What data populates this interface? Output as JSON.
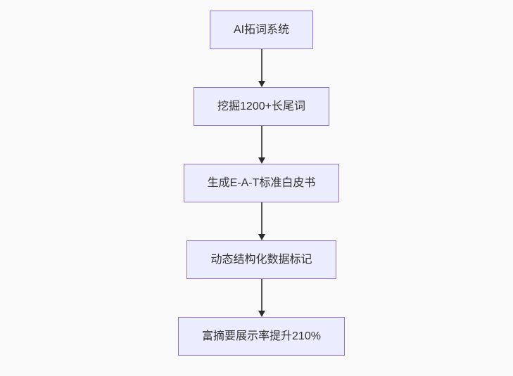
{
  "diagram": {
    "type": "flowchart-vertical",
    "nodes": [
      {
        "id": "step-1",
        "label": "AI拓词系统"
      },
      {
        "id": "step-2",
        "label": "挖掘1200+长尾词"
      },
      {
        "id": "step-3",
        "label": "生成E-A-T标准白皮书"
      },
      {
        "id": "step-4",
        "label": "动态结构化数据标记"
      },
      {
        "id": "step-5",
        "label": "富摘要展示率提升210%"
      }
    ],
    "edges": [
      {
        "from": "step-1",
        "to": "step-2"
      },
      {
        "from": "step-2",
        "to": "step-3"
      },
      {
        "from": "step-3",
        "to": "step-4"
      },
      {
        "from": "step-4",
        "to": "step-5"
      }
    ],
    "colors": {
      "background": "#fafafa",
      "node_fill": "#ECECFF",
      "node_border": "#9370DB",
      "node_text": "#333333",
      "arrow_line": "#565656",
      "arrow_head": "#2b2b2b"
    }
  }
}
